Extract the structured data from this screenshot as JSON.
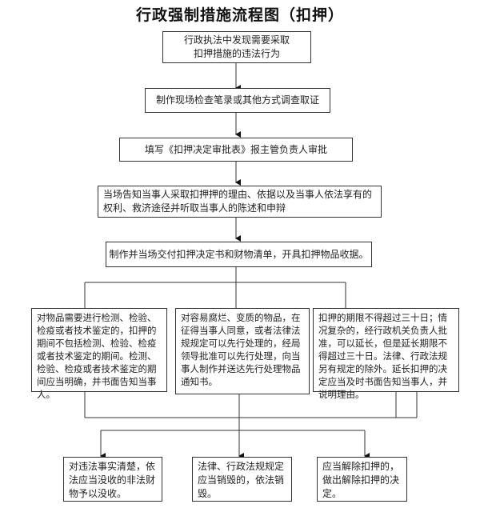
{
  "title": "行政强制措施流程图（扣押）",
  "steps": [
    {
      "lines": [
        "行政执法中发现需要采取",
        "扣押措施的违法行为"
      ]
    },
    {
      "lines": [
        "制作现场检查笔录或其他方式调查取证"
      ]
    },
    {
      "lines": [
        "填写《扣押决定审批表》报主管负责人审批"
      ]
    },
    {
      "lines": [
        "当场告知当事人采取扣押押的理由、依据以及当事人依法享有的",
        "权利、救济途径并听取当事人的陈述和申辩"
      ]
    },
    {
      "lines": [
        "制作并当场交付扣押决定书和财物清单，开具扣押物品收据。"
      ]
    }
  ],
  "branches": [
    {
      "text": "对物品需要进行检测、检验、检疫或者技术鉴定的，扣押的期间不包括检测、检验、检疫或者技术鉴定的期间。检测、检验、检疫或者技术鉴定的期间应当明确，并书面告知当事人。"
    },
    {
      "text": "对容易腐烂、变质的物品，在征得当事人同意，或者法律法规规定可以先行处理的，经局领导批准可以先行处理，向当事人制作并送达先行处理物品通知书。"
    },
    {
      "text": "扣押的期限不得超过三十日；情况复杂的，经行政机关负责人批准，可以延长，但是延长期限不得超过三十日。法律、行政法规另有规定的除外。延长扣押的决定应当及时书面告知当事人，并说明理由。"
    }
  ],
  "outcomes": [
    {
      "text": "对违法事实清楚，依法应当没收的非法财物予以没收。"
    },
    {
      "text": "法律、行政法规规定应当销毁的，依法销毁。"
    },
    {
      "text": "应当解除扣押的，做出解除扣押的决定。"
    }
  ]
}
